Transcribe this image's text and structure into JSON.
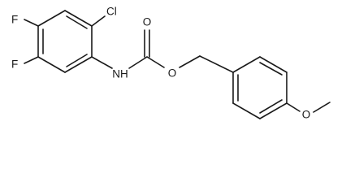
{
  "molecule": {
    "atoms": {
      "f_upper": "F",
      "f_lower": "F",
      "cl": "Cl",
      "carbonyl_o": "O",
      "nh": "NH",
      "ester_o": "O",
      "methoxy_o": "O"
    }
  }
}
